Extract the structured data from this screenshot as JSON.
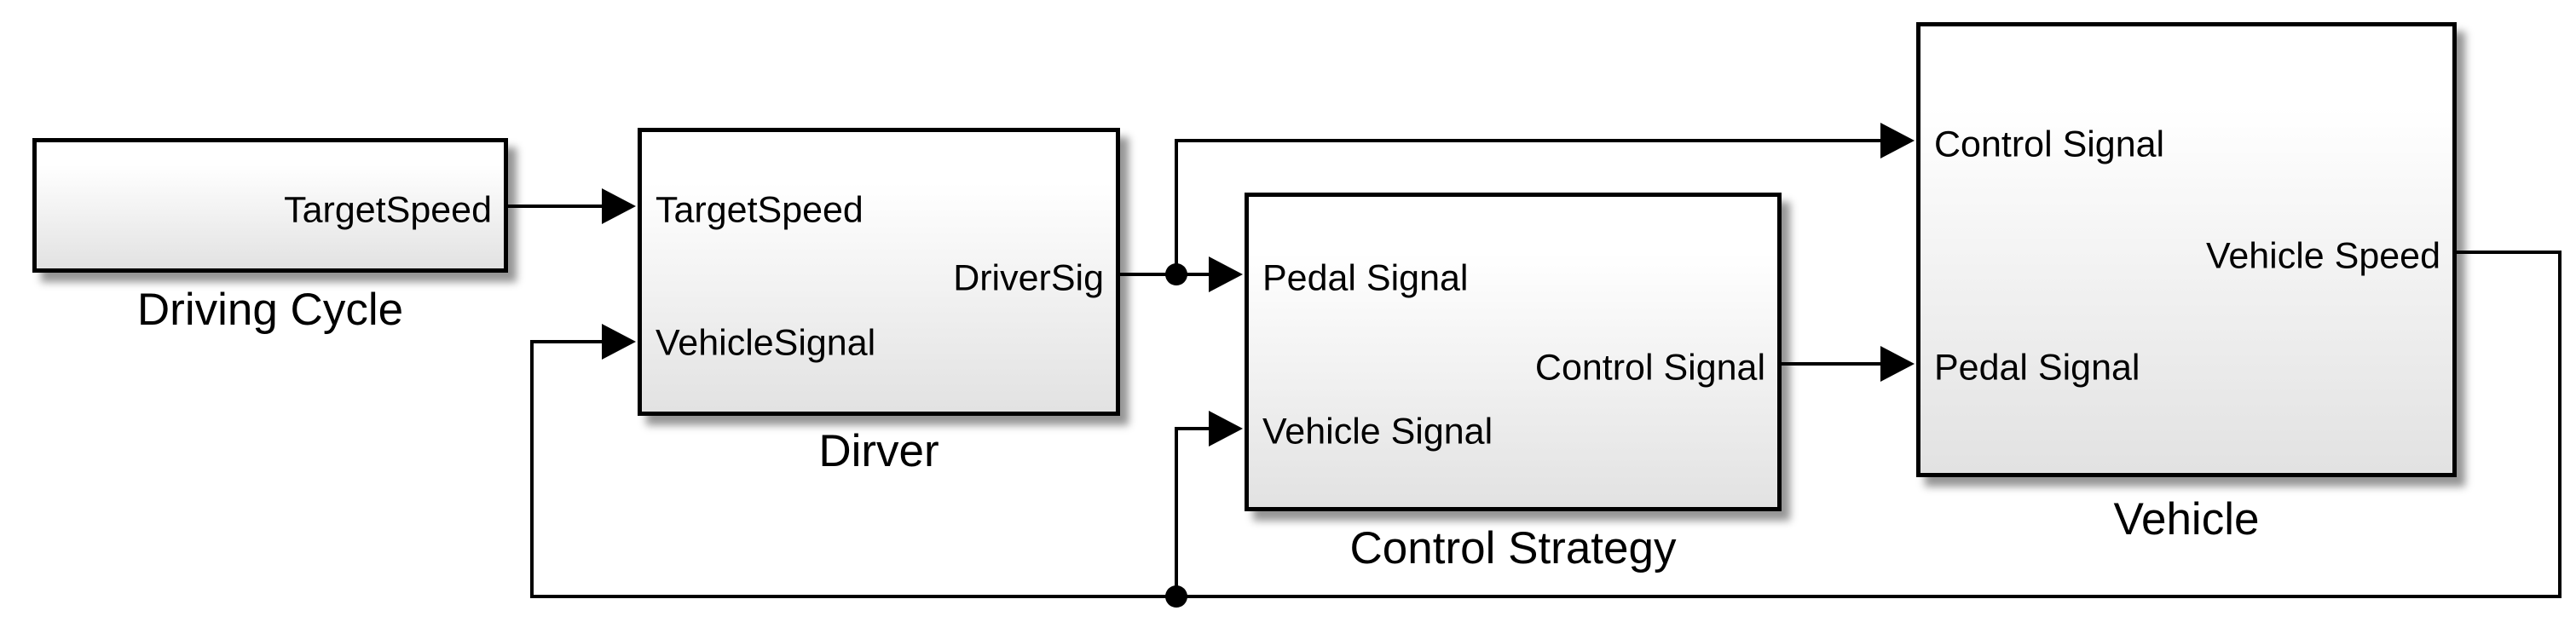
{
  "colors": {
    "background": "#ffffff",
    "wire": "#000000",
    "text": "#000000",
    "block_border": "#000000",
    "block_fill_top": "#ffffff",
    "block_fill_bottom": "#e2e2e2"
  },
  "blocks": [
    {
      "name": "Driving Cycle",
      "inputs": [],
      "outputs": [
        "TargetSpeed"
      ]
    },
    {
      "name": "Dirver",
      "inputs": [
        "TargetSpeed",
        "VehicleSignal"
      ],
      "outputs": [
        "DriverSig"
      ]
    },
    {
      "name": "Control Strategy",
      "inputs": [
        "Pedal Signal",
        "Vehicle Signal"
      ],
      "outputs": [
        "Control Signal"
      ]
    },
    {
      "name": "Vehicle",
      "inputs": [
        "Control Signal",
        "Pedal Signal"
      ],
      "outputs": [
        "Vehicle Speed"
      ]
    }
  ]
}
